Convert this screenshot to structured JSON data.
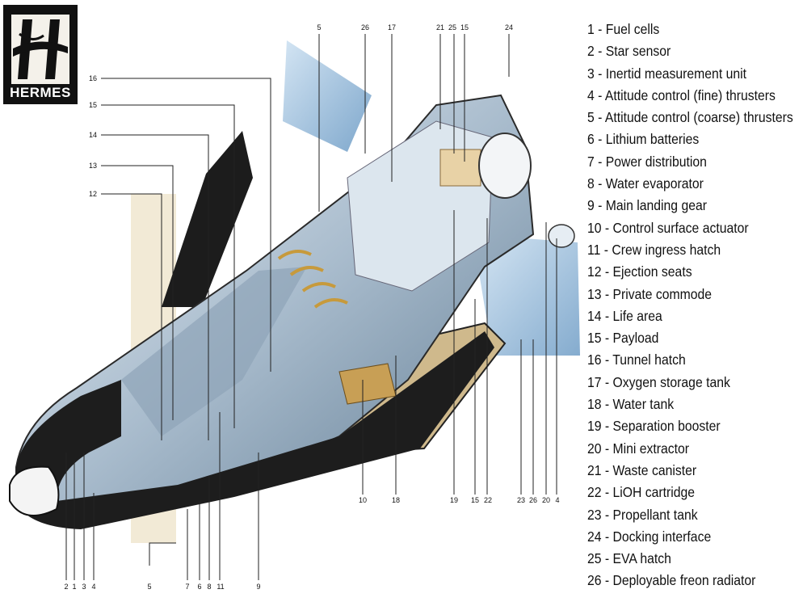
{
  "logo": {
    "text": "HERMES"
  },
  "callouts": {
    "top": [
      "5",
      "26",
      "17",
      "21",
      "25",
      "15",
      "24"
    ],
    "left": [
      "16",
      "15",
      "14",
      "13",
      "12"
    ],
    "bottom_left": [
      "2",
      "1",
      "3",
      "4",
      "5",
      "7",
      "6",
      "8",
      "11",
      "9"
    ],
    "bottom_right": [
      "10",
      "18",
      "19",
      "15",
      "22",
      "23",
      "26",
      "20",
      "4"
    ]
  },
  "legend": [
    "1 - Fuel cells",
    "2 - Star sensor",
    "3 - Inertid measurement unit",
    "4 - Attitude control (fine) thrusters",
    "5 - Attitude control (coarse) thrusters",
    "6 - Lithium batteries",
    "7 - Power distribution",
    "8 - Water evaporator",
    "9 - Main landing gear",
    "10 - Control surface actuator",
    "11 - Crew ingress hatch",
    "12 - Ejection seats",
    "13 - Private commode",
    "14 - Life area",
    "15 - Payload",
    "16 - Tunnel hatch",
    "17 - Oxygen storage tank",
    "18 - Water tank",
    "19 - Separation booster",
    "20 - Mini extractor",
    "21 - Waste canister",
    "22 - LiOH cartridge",
    "23 - Propellant tank",
    "24 - Docking interface",
    "25 - EVA hatch",
    "26 - Deployable freon radiator"
  ]
}
